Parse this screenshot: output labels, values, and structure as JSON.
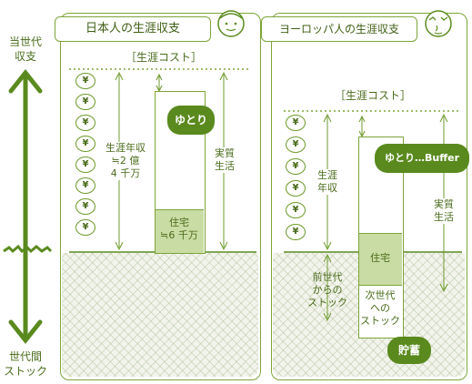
{
  "left_axis": {
    "top": "当世代\n収支",
    "bottom": "世代間\nストック"
  },
  "japan": {
    "title": "日本人の生涯収支",
    "cost_label": "［生涯コスト］",
    "income_label": "生涯年収\n≒2 億\n4 千万",
    "living_label": "実質\n生活",
    "yutori": "ゆとり",
    "housing": "住宅\n≒6 千万",
    "coin_symbol": "¥"
  },
  "europe": {
    "title": "ヨーロッパ人の生涯収支",
    "cost_label": "［生涯コスト］",
    "income_label": "生涯\n年収",
    "living_label": "実質\n生活",
    "yutori": "ゆとり…Buffer",
    "housing": "住宅",
    "prev_stock": "前世代\nからの\nストック",
    "next_stock": "次世代\nへの\nストック",
    "savings": "貯蓄",
    "coin_symbol": "¥"
  },
  "colors": {
    "accent": "#5a8a1e",
    "line": "#7ea53a",
    "house": "#c9dca4"
  }
}
